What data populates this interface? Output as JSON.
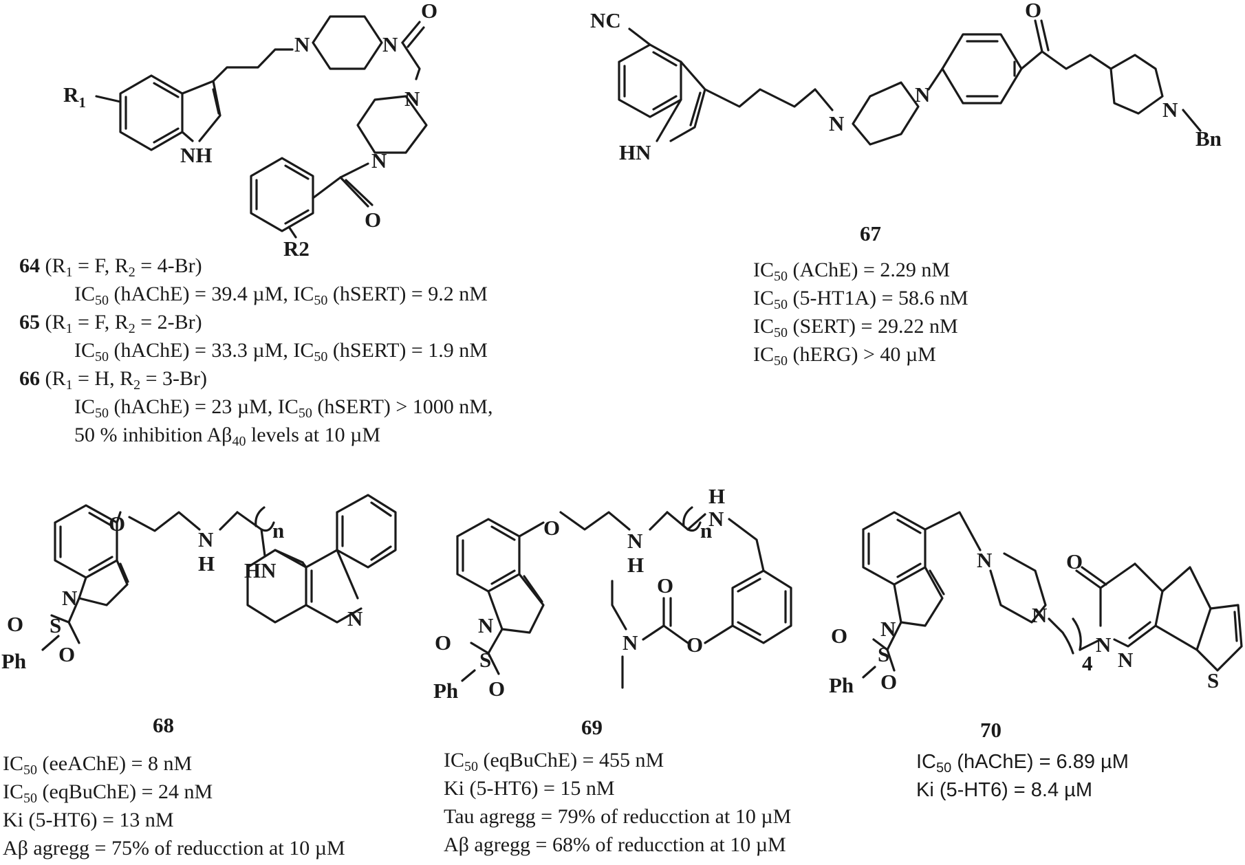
{
  "atoms": {
    "R1": "R",
    "R1_sub": "1",
    "R2": "R2",
    "NH": "NH",
    "HN": "HN",
    "H": "H",
    "N": "N",
    "O": "O",
    "S": "S",
    "NC": "NC",
    "Bn": "Bn",
    "Ph": "Ph",
    "n": "n",
    "four": "4"
  },
  "compounds": {
    "c64": {
      "num": "64",
      "r_pre": " (R",
      "r1": "1",
      "r_mid": " = F, R",
      "r2": "2",
      "r_post": " = 4-Br)",
      "a_pre": "IC",
      "a_sub": "50",
      "a_mid": " (hAChE) = 39.4 µM, IC",
      "a_sub2": "50",
      "a_post": " (hSERT) = 9.2 nM"
    },
    "c65": {
      "num": "65",
      "r_pre": " (R",
      "r1": "1",
      "r_mid": " = F, R",
      "r2": "2",
      "r_post": " = 2-Br)",
      "a_pre": "IC",
      "a_sub": "50",
      "a_mid": " (hAChE) = 33.3 µM, IC",
      "a_sub2": "50",
      "a_post": " (hSERT) = 1.9 nM"
    },
    "c66": {
      "num": "66",
      "r_pre": " (R",
      "r1": "1",
      "r_mid": " = H, R",
      "r2": "2",
      "r_post": " = 3-Br)",
      "a_pre": "IC",
      "a_sub": "50",
      "a_mid": " (hAChE) = 23 µM, IC",
      "a_sub2": "50",
      "a_post": " (hSERT) > 1000 nM,",
      "b_pre": "50 % inhibition Aβ",
      "b_sub": "40",
      "b_post": " levels at 10 µM"
    },
    "c67": {
      "num": "67",
      "l1_pre": "IC",
      "l1_sub": "50",
      "l1_post": " (AChE) = 2.29 nM",
      "l2_pre": "IC",
      "l2_sub": "50",
      "l2_post": " (5-HT1A) = 58.6 nM",
      "l3_pre": "IC",
      "l3_sub": "50",
      "l3_post": " (SERT) = 29.22 nM",
      "l4_pre": "IC",
      "l4_sub": "50",
      "l4_post": " (hERG) > 40 µM"
    },
    "c68": {
      "num": "68",
      "l1_pre": "IC",
      "l1_sub": "50",
      "l1_post": " (eeAChE) = 8 nM",
      "l2_pre": "IC",
      "l2_sub": "50",
      "l2_post": " (eqBuChE) = 24 nM",
      "l3": "Ki (5-HT6) = 13 nM",
      "l4": "Aβ agregg = 75% of reducction at 10 µM"
    },
    "c69": {
      "num": "69",
      "l1_pre": "IC",
      "l1_sub": "50",
      "l1_post": " (eqBuChE) = 455 nM",
      "l2": "Ki (5-HT6) = 15 nM",
      "l3": "Tau agregg = 79% of reducction at 10 µM",
      "l4": "Aβ agregg = 68% of reducction at 10 µM"
    },
    "c70": {
      "num": "70",
      "l1_pre": "IC",
      "l1_sub": "50",
      "l1_post": " (hAChE) = 6.89 µM",
      "l2": "Ki (5-HT6) = 8.4 µM"
    }
  }
}
